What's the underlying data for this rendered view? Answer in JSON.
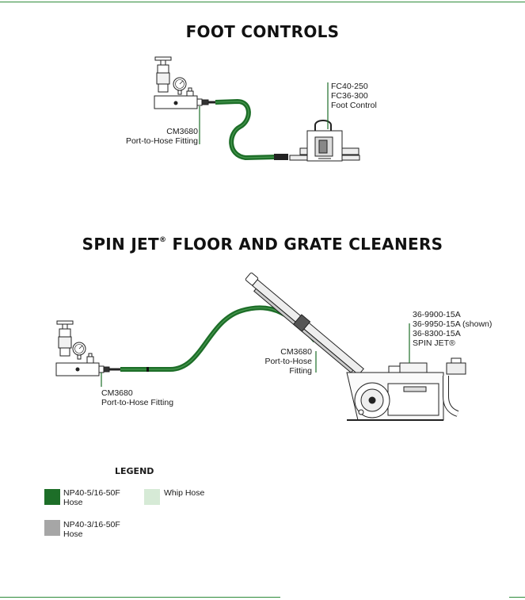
{
  "colors": {
    "rule": "#2e8b3a",
    "hose_green": "#1d6e28",
    "whip_hose": "#d6ead6",
    "hose_gray": "#a6a6a6"
  },
  "sections": {
    "foot_controls": {
      "title": "FOOT CONTROLS",
      "fitting_label": [
        "CM3680",
        "Port-to-Hose Fitting"
      ],
      "device_label": [
        "FC40-250",
        "FC36-300",
        "Foot Control"
      ]
    },
    "spin_jet": {
      "title_main": "SPIN JET",
      "title_reg": "®",
      "title_rest": " FLOOR AND GRATE CLEANERS",
      "fitting_label_left": [
        "CM3680",
        "Port-to-Hose Fitting"
      ],
      "fitting_label_mid": [
        "CM3680",
        "Port-to-Hose",
        "Fitting"
      ],
      "device_label": [
        "36-9900-15A",
        "36-9950-15A (shown)",
        "36-8300-15A",
        "SPIN JET®"
      ]
    }
  },
  "legend": {
    "title": "LEGEND",
    "items": [
      {
        "label": [
          "NP40-5/16-50F",
          "Hose"
        ],
        "color_key": "hose_green"
      },
      {
        "label": [
          "Whip Hose"
        ],
        "color_key": "whip_hose"
      },
      {
        "label": [
          "NP40-3/16-50F",
          "Hose"
        ],
        "color_key": "hose_gray"
      }
    ]
  }
}
